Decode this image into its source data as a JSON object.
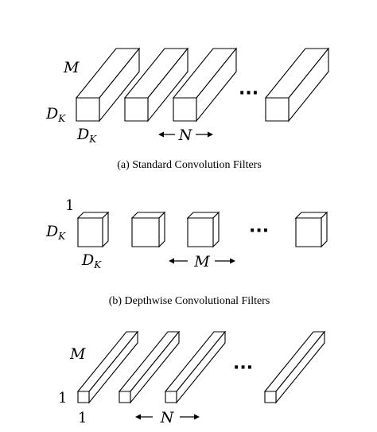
{
  "panels": [
    {
      "id": "a",
      "caption": "(a) Standard Convolution Filters",
      "depth_label": "M",
      "height_label": {
        "base": "D",
        "sub": "K"
      },
      "width_label": {
        "base": "D",
        "sub": "K"
      },
      "count_label": "N",
      "ellipsis": "···"
    },
    {
      "id": "b",
      "caption": "(b) Depthwise Convolutional Filters",
      "depth_label": "1",
      "height_label": {
        "base": "D",
        "sub": "K"
      },
      "width_label": {
        "base": "D",
        "sub": "K"
      },
      "count_label": "M",
      "ellipsis": "···"
    },
    {
      "id": "c",
      "caption": "",
      "depth_label": "M",
      "height_label": "1",
      "width_label": "1",
      "count_label": "N",
      "ellipsis": "···"
    }
  ]
}
